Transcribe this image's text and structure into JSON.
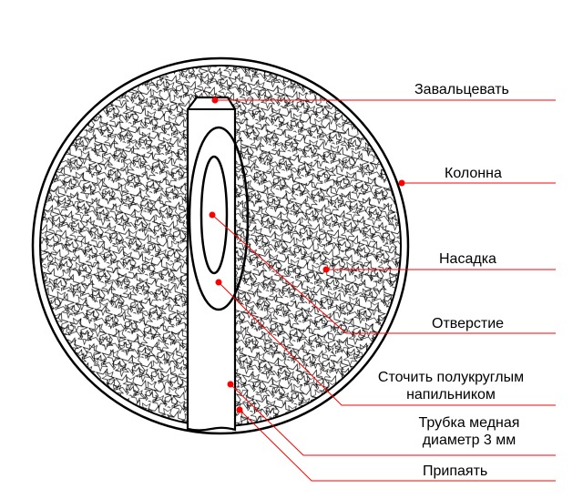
{
  "colors": {
    "leader": "#ff0000",
    "outline": "#000000",
    "background": "#ffffff"
  },
  "labels": {
    "roll": "Завальцевать",
    "column": "Колонна",
    "packing": "Насадка",
    "hole": "Отверстие",
    "file_line1": "Сточить полукруглым",
    "file_line2": "напильником",
    "tube_line1": "Трубка медная",
    "tube_line2": "диаметр 3 мм",
    "solder": "Припаять"
  }
}
